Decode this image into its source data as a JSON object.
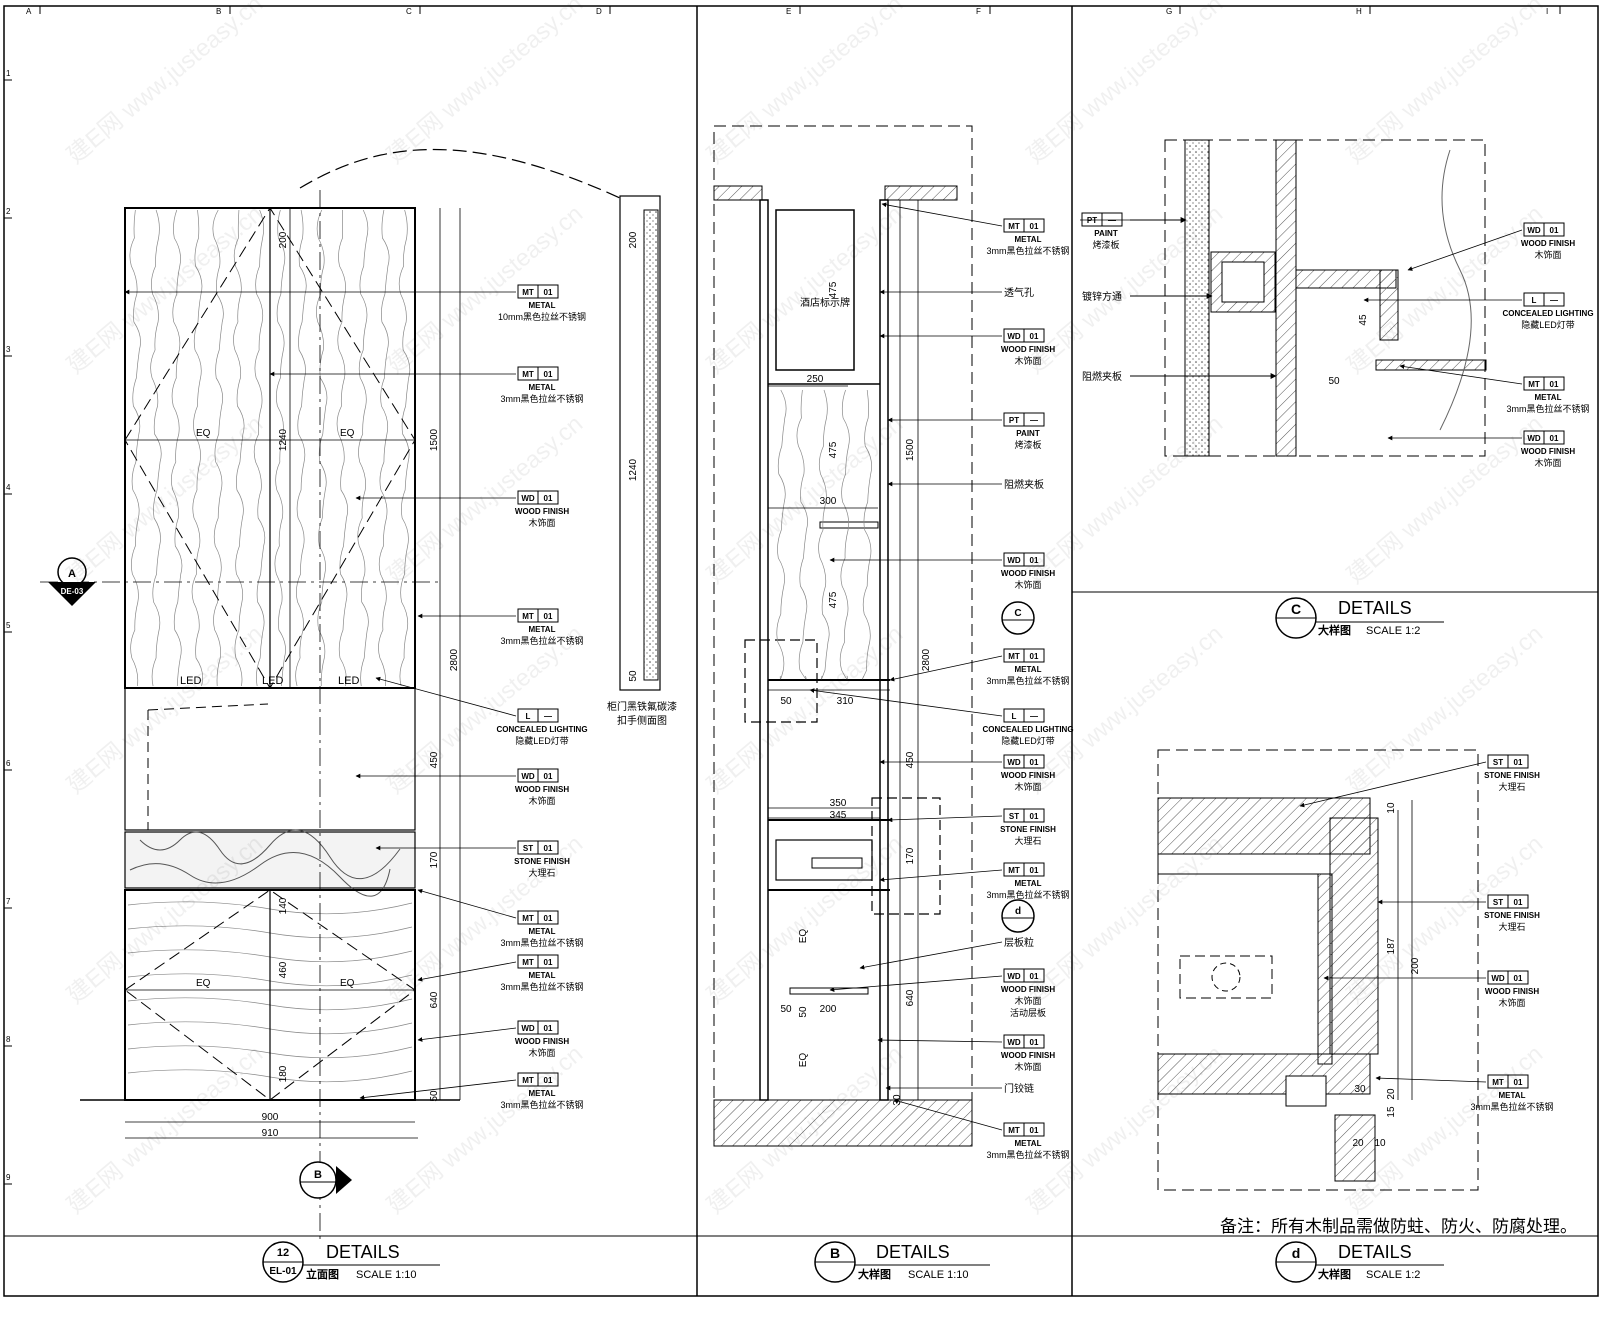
{
  "panels": {
    "p12": {
      "title": "DETAILS",
      "number": "12",
      "ref": "EL-01",
      "subtitle": "立面图",
      "scale": "SCALE  1:10",
      "dims_v": [
        "200",
        "1240",
        "1500",
        "2800",
        "450",
        "170",
        "140",
        "460",
        "640",
        "180",
        "50"
      ],
      "dims_h": [
        "EQ",
        "EQ",
        "EQ",
        "EQ",
        "900",
        "910"
      ],
      "led": [
        "LED",
        "LED",
        "LED"
      ],
      "section_a": {
        "letter": "A",
        "ref": "DE-03"
      },
      "section_b": {
        "letter": "B"
      },
      "side_dims": [
        "200",
        "1240",
        "50"
      ],
      "side_caption1": "柜门黑铁氟碳漆",
      "side_caption2": "扣手侧面图",
      "callouts": [
        {
          "code": "MT",
          "num": "01",
          "en": "METAL",
          "cn": "10mm黑色拉丝不锈钢"
        },
        {
          "code": "MT",
          "num": "01",
          "en": "METAL",
          "cn": "3mm黑色拉丝不锈钢"
        },
        {
          "code": "WD",
          "num": "01",
          "en": "WOOD FINISH",
          "cn": "木饰面"
        },
        {
          "code": "MT",
          "num": "01",
          "en": "METAL",
          "cn": "3mm黑色拉丝不锈钢"
        },
        {
          "code": "L",
          "num": "—",
          "en": "CONCEALED LIGHTING",
          "cn": "隐藏LED灯带"
        },
        {
          "code": "WD",
          "num": "01",
          "en": "WOOD FINISH",
          "cn": "木饰面"
        },
        {
          "code": "ST",
          "num": "01",
          "en": "STONE FINISH",
          "cn": "大理石"
        },
        {
          "code": "MT",
          "num": "01",
          "en": "METAL",
          "cn": "3mm黑色拉丝不锈钢"
        },
        {
          "code": "MT",
          "num": "01",
          "en": "METAL",
          "cn": "3mm黑色拉丝不锈钢"
        },
        {
          "code": "WD",
          "num": "01",
          "en": "WOOD FINISH",
          "cn": "木饰面"
        },
        {
          "code": "MT",
          "num": "01",
          "en": "METAL",
          "cn": "3mm黑色拉丝不锈钢"
        }
      ]
    },
    "pB": {
      "title": "DETAILS",
      "letter": "B",
      "subtitle": "大样图",
      "scale": "SCALE  1:10",
      "inner_label": "酒店标示牌",
      "dims": [
        "475",
        "250",
        "475",
        "300",
        "475",
        "1500",
        "310",
        "50",
        "2800",
        "450",
        "350",
        "345",
        "170",
        "EQ",
        "640",
        "50",
        "50",
        "200",
        "EQ",
        "30"
      ],
      "detail_c": "C",
      "detail_d": "d",
      "callouts": [
        {
          "code": "MT",
          "num": "01",
          "en": "METAL",
          "cn": "3mm黑色拉丝不锈钢",
          "plain": ""
        },
        {
          "code": "",
          "num": "",
          "en": "",
          "cn": "",
          "plain": "透气孔"
        },
        {
          "code": "WD",
          "num": "01",
          "en": "WOOD FINISH",
          "cn": "木饰面",
          "plain": ""
        },
        {
          "code": "PT",
          "num": "—",
          "en": "PAINT",
          "cn": "烤漆板",
          "plain": ""
        },
        {
          "code": "",
          "num": "",
          "en": "",
          "cn": "",
          "plain": "阻燃夹板"
        },
        {
          "code": "WD",
          "num": "01",
          "en": "WOOD FINISH",
          "cn": "木饰面",
          "plain": ""
        },
        {
          "code": "MT",
          "num": "01",
          "en": "METAL",
          "cn": "3mm黑色拉丝不锈钢",
          "plain": ""
        },
        {
          "code": "L",
          "num": "—",
          "en": "CONCEALED LIGHTING",
          "cn": "隐藏LED灯带",
          "plain": ""
        },
        {
          "code": "WD",
          "num": "01",
          "en": "WOOD FINISH",
          "cn": "木饰面",
          "plain": ""
        },
        {
          "code": "ST",
          "num": "01",
          "en": "STONE FINISH",
          "cn": "大理石",
          "plain": ""
        },
        {
          "code": "MT",
          "num": "01",
          "en": "METAL",
          "cn": "3mm黑色拉丝不锈钢",
          "plain": ""
        },
        {
          "code": "",
          "num": "",
          "en": "",
          "cn": "",
          "plain": "层板粒"
        },
        {
          "code": "WD",
          "num": "01",
          "en": "WOOD FINISH",
          "cn": "木饰面",
          "plain": "活动层板"
        },
        {
          "code": "WD",
          "num": "01",
          "en": "WOOD FINISH",
          "cn": "木饰面",
          "plain": ""
        },
        {
          "code": "",
          "num": "",
          "en": "",
          "cn": "",
          "plain": "门铰链"
        },
        {
          "code": "MT",
          "num": "01",
          "en": "METAL",
          "cn": "3mm黑色拉丝不锈钢",
          "plain": ""
        }
      ]
    },
    "pC": {
      "title": "DETAILS",
      "letter": "C",
      "subtitle": "大样图",
      "scale": "SCALE  1:2",
      "dims": [
        "45",
        "50"
      ],
      "left_labels": [
        "镀锌方通",
        "阻燃夹板"
      ],
      "callouts_left": [
        {
          "code": "PT",
          "num": "—",
          "en": "PAINT",
          "cn": "烤漆板"
        }
      ],
      "callouts": [
        {
          "code": "WD",
          "num": "01",
          "en": "WOOD FINISH",
          "cn": "木饰面"
        },
        {
          "code": "L",
          "num": "—",
          "en": "CONCEALED LIGHTING",
          "cn": "隐藏LED灯带"
        },
        {
          "code": "MT",
          "num": "01",
          "en": "METAL",
          "cn": "3mm黑色拉丝不锈钢"
        },
        {
          "code": "WD",
          "num": "01",
          "en": "WOOD FINISH",
          "cn": "木饰面"
        }
      ]
    },
    "pD": {
      "title": "DETAILS",
      "letter": "d",
      "subtitle": "大样图",
      "scale": "SCALE  1:2",
      "dims": [
        "10",
        "187",
        "200",
        "30",
        "20",
        "15",
        "20",
        "10"
      ],
      "callouts": [
        {
          "code": "ST",
          "num": "01",
          "en": "STONE FINISH",
          "cn": "大理石"
        },
        {
          "code": "ST",
          "num": "01",
          "en": "STONE FINISH",
          "cn": "大理石"
        },
        {
          "code": "WD",
          "num": "01",
          "en": "WOOD FINISH",
          "cn": "木饰面"
        },
        {
          "code": "MT",
          "num": "01",
          "en": "METAL",
          "cn": "3mm黑色拉丝不锈钢"
        }
      ]
    }
  },
  "note": "备注：所有木制品需做防蛀、防火、防腐处理。",
  "grid_letters": [
    "A",
    "B",
    "C",
    "D",
    "E",
    "F",
    "G",
    "H",
    "I"
  ],
  "grid_numbers": [
    "1",
    "2",
    "3",
    "4",
    "5",
    "6",
    "7",
    "8",
    "9"
  ],
  "watermark_logo": "建E网",
  "watermark_url": "www.justeasy.cn",
  "colors": {
    "ink": "#000000",
    "hatch": "#555555",
    "watermark": "#d9d9d9"
  }
}
